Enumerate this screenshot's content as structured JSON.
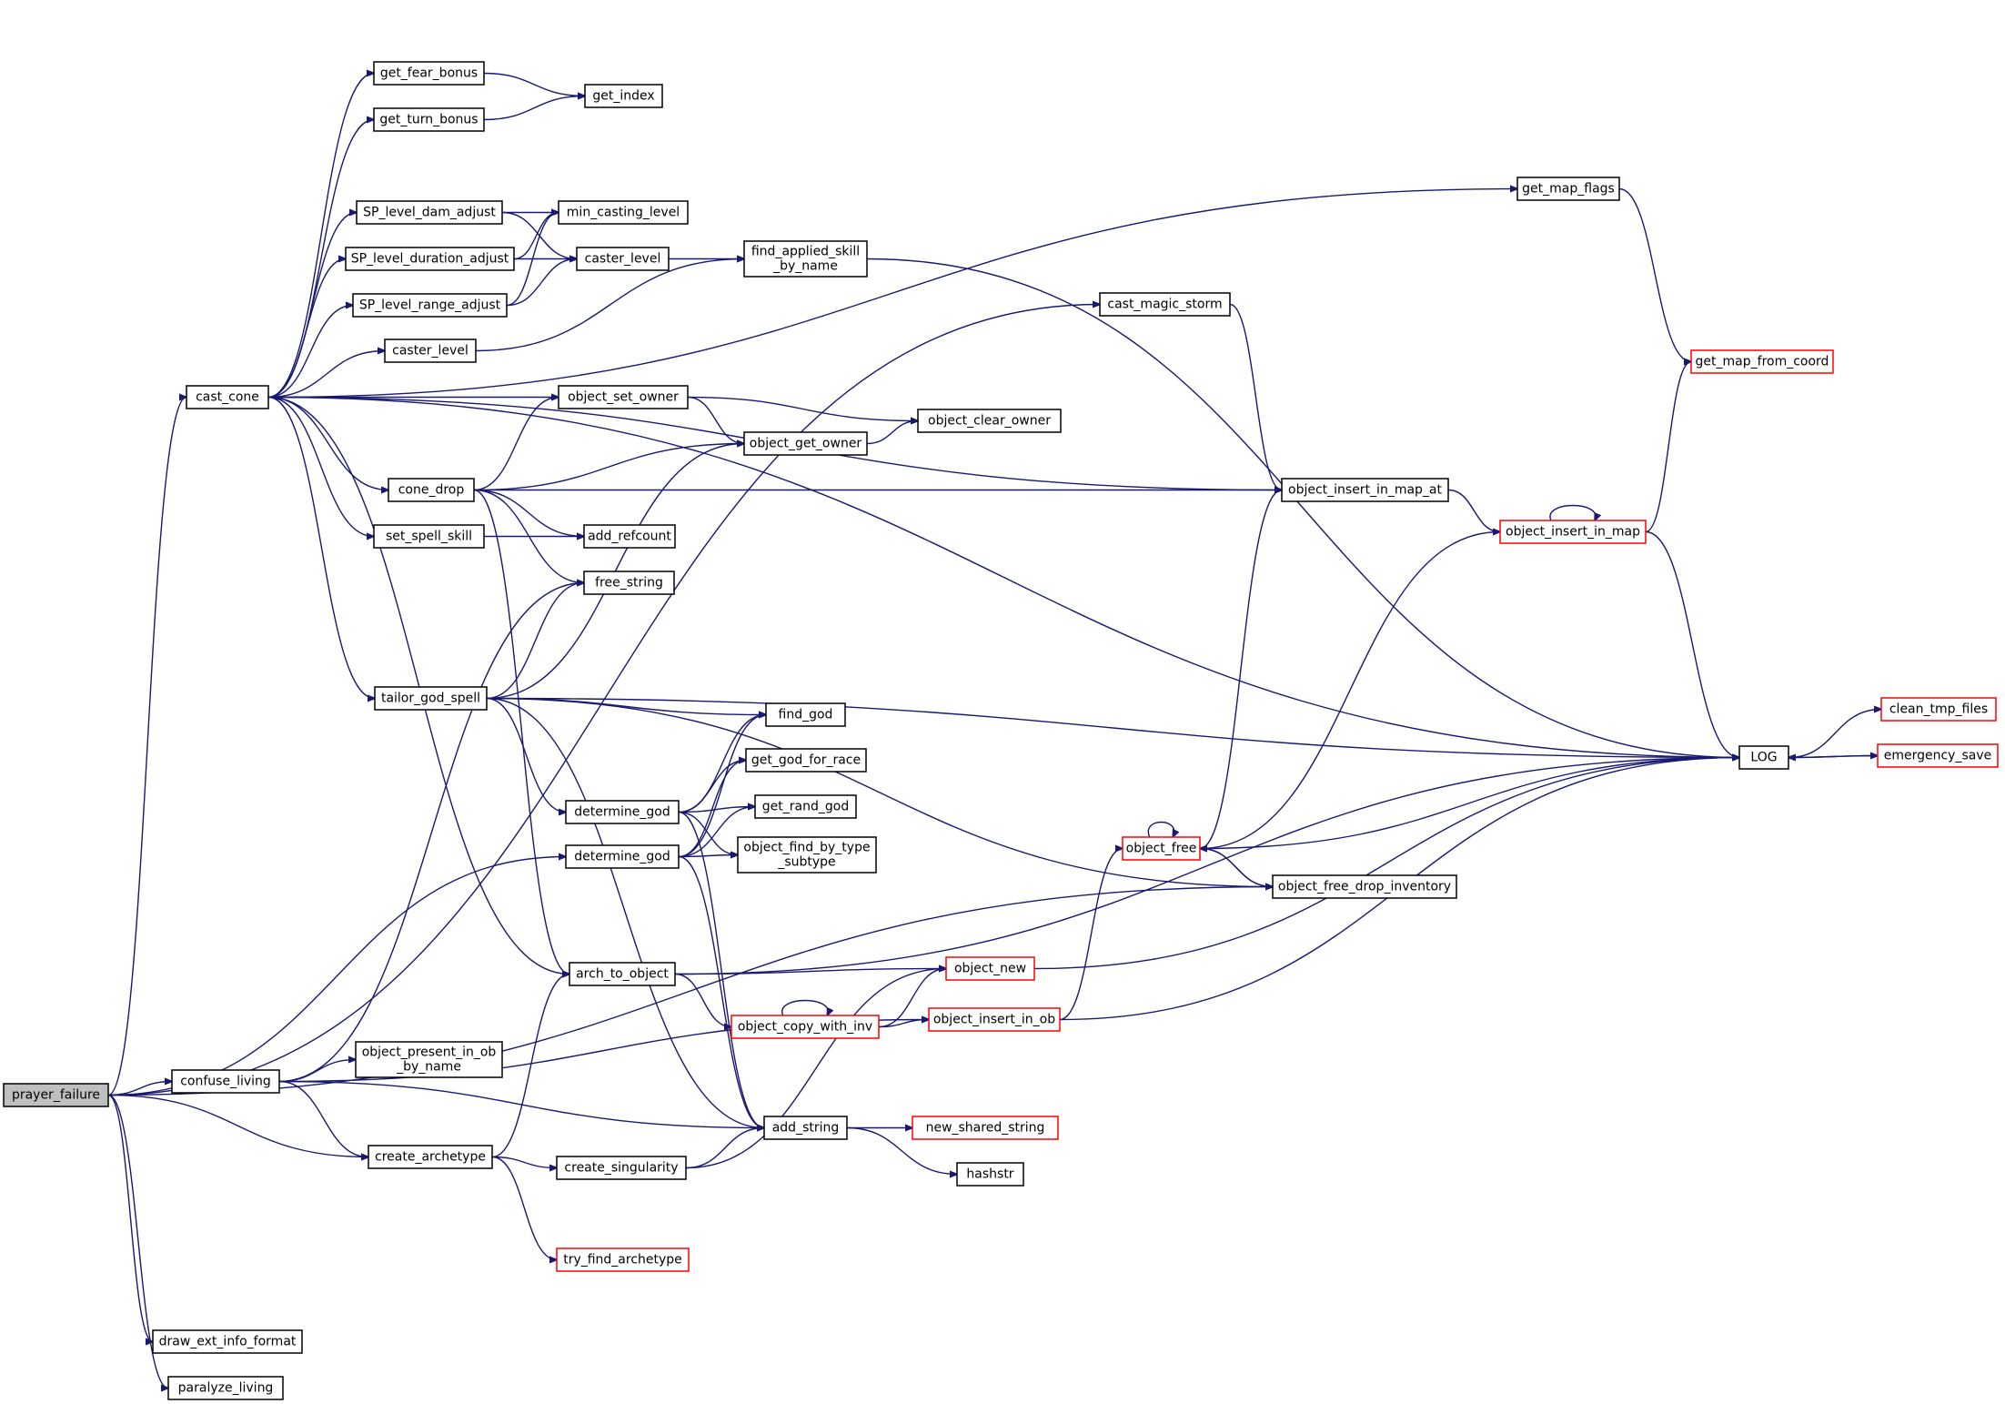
{
  "colors": {
    "edge": "#191970",
    "root_fill": "#bfbfbf",
    "external_border": "#ff0000",
    "node_border": "#000000"
  },
  "nodes": [
    {
      "id": "prayer_failure",
      "lines": [
        "prayer_failure"
      ],
      "root": true
    },
    {
      "id": "cast_cone",
      "lines": [
        "cast_cone"
      ]
    },
    {
      "id": "confuse_living",
      "lines": [
        "confuse_living"
      ]
    },
    {
      "id": "create_archetype",
      "lines": [
        "create_archetype"
      ]
    },
    {
      "id": "determine_god_b",
      "lines": [
        "determine_god"
      ]
    },
    {
      "id": "draw_ext_info_format",
      "lines": [
        "draw_ext_info_format"
      ]
    },
    {
      "id": "paralyze_living",
      "lines": [
        "paralyze_living"
      ]
    },
    {
      "id": "cast_magic_storm",
      "lines": [
        "cast_magic_storm"
      ]
    },
    {
      "id": "object_free_drop_inventory",
      "lines": [
        "object_free_drop_inventory"
      ]
    },
    {
      "id": "get_fear_bonus",
      "lines": [
        "get_fear_bonus"
      ]
    },
    {
      "id": "get_turn_bonus",
      "lines": [
        "get_turn_bonus"
      ]
    },
    {
      "id": "get_index",
      "lines": [
        "get_index"
      ]
    },
    {
      "id": "get_map_flags",
      "lines": [
        "get_map_flags"
      ]
    },
    {
      "id": "SP_level_dam_adjust",
      "lines": [
        "SP_level_dam_adjust"
      ]
    },
    {
      "id": "SP_level_duration_adjust",
      "lines": [
        "SP_level_duration_adjust"
      ]
    },
    {
      "id": "SP_level_range_adjust",
      "lines": [
        "SP_level_range_adjust"
      ]
    },
    {
      "id": "caster_level_a",
      "lines": [
        "caster_level"
      ]
    },
    {
      "id": "min_casting_level",
      "lines": [
        "min_casting_level"
      ]
    },
    {
      "id": "caster_level_b",
      "lines": [
        "caster_level"
      ]
    },
    {
      "id": "find_applied_skill_by_name",
      "lines": [
        "find_applied_skill",
        "_by_name"
      ]
    },
    {
      "id": "object_set_owner",
      "lines": [
        "object_set_owner"
      ]
    },
    {
      "id": "object_get_owner",
      "lines": [
        "object_get_owner"
      ]
    },
    {
      "id": "object_clear_owner",
      "lines": [
        "object_clear_owner"
      ]
    },
    {
      "id": "cone_drop",
      "lines": [
        "cone_drop"
      ]
    },
    {
      "id": "set_spell_skill",
      "lines": [
        "set_spell_skill"
      ]
    },
    {
      "id": "add_refcount",
      "lines": [
        "add_refcount"
      ]
    },
    {
      "id": "free_string",
      "lines": [
        "free_string"
      ]
    },
    {
      "id": "object_insert_in_map_at",
      "lines": [
        "object_insert_in_map_at"
      ]
    },
    {
      "id": "object_insert_in_map",
      "lines": [
        "object_insert_in_map"
      ],
      "ext": true
    },
    {
      "id": "get_map_from_coord",
      "lines": [
        "get_map_from_coord"
      ],
      "ext": true
    },
    {
      "id": "tailor_god_spell",
      "lines": [
        "tailor_god_spell"
      ]
    },
    {
      "id": "find_god",
      "lines": [
        "find_god"
      ]
    },
    {
      "id": "get_god_for_race",
      "lines": [
        "get_god_for_race"
      ]
    },
    {
      "id": "get_rand_god",
      "lines": [
        "get_rand_god"
      ]
    },
    {
      "id": "determine_god_a",
      "lines": [
        "determine_god"
      ]
    },
    {
      "id": "object_find_by_type_subtype",
      "lines": [
        "object_find_by_type",
        "_subtype"
      ]
    },
    {
      "id": "LOG",
      "lines": [
        "LOG"
      ]
    },
    {
      "id": "clean_tmp_files",
      "lines": [
        "clean_tmp_files"
      ],
      "ext": true
    },
    {
      "id": "emergency_save",
      "lines": [
        "emergency_save"
      ],
      "ext": true
    },
    {
      "id": "object_free",
      "lines": [
        "object_free"
      ],
      "ext": true
    },
    {
      "id": "arch_to_object",
      "lines": [
        "arch_to_object"
      ]
    },
    {
      "id": "object_new",
      "lines": [
        "object_new"
      ],
      "ext": true
    },
    {
      "id": "object_copy_with_inv",
      "lines": [
        "object_copy_with_inv"
      ],
      "ext": true
    },
    {
      "id": "object_insert_in_ob",
      "lines": [
        "object_insert_in_ob"
      ],
      "ext": true
    },
    {
      "id": "object_present_in_ob_by_name",
      "lines": [
        "object_present_in_ob",
        "_by_name"
      ]
    },
    {
      "id": "add_string",
      "lines": [
        "add_string"
      ]
    },
    {
      "id": "new_shared_string",
      "lines": [
        "new_shared_string"
      ],
      "ext": true
    },
    {
      "id": "hashstr",
      "lines": [
        "hashstr"
      ]
    },
    {
      "id": "create_singularity",
      "lines": [
        "create_singularity"
      ]
    },
    {
      "id": "try_find_archetype",
      "lines": [
        "try_find_archetype"
      ],
      "ext": true
    }
  ]
}
